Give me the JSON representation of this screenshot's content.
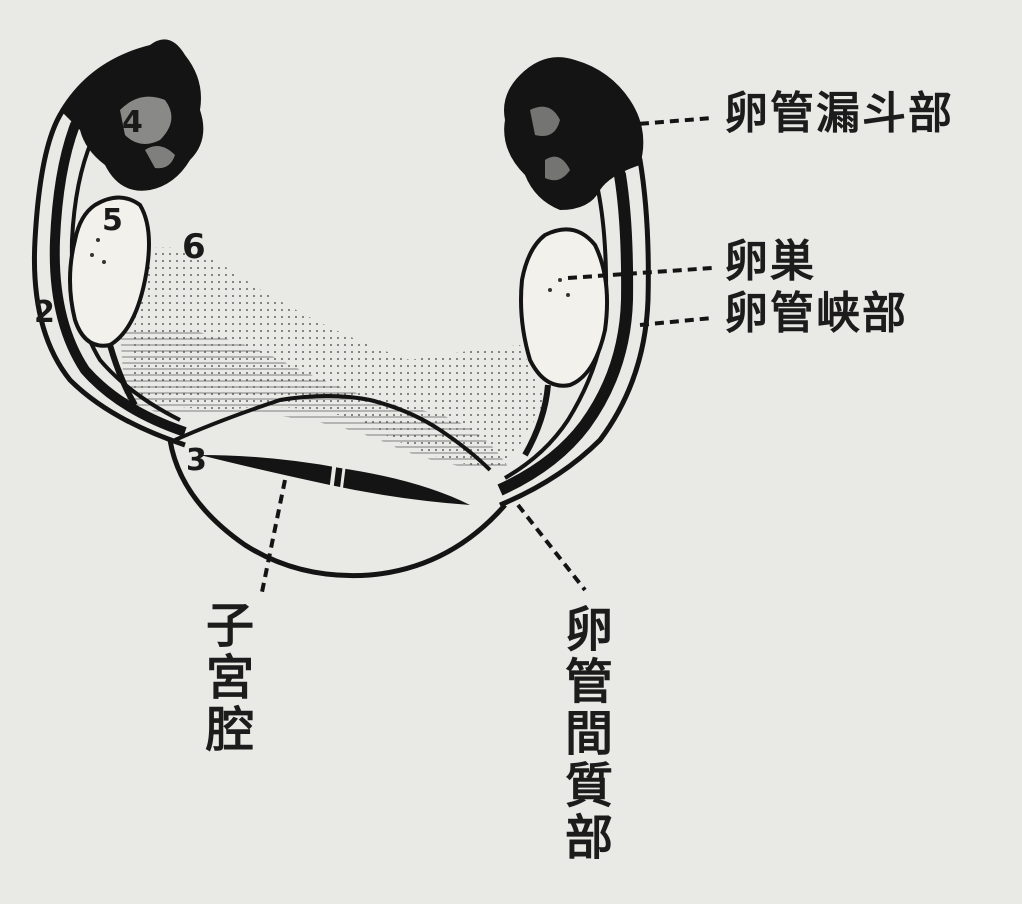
{
  "diagram": {
    "numbers": [
      "2",
      "3",
      "4",
      "5",
      "6"
    ],
    "labels": {
      "infundibulum": "卵管漏斗部",
      "ovary": "卵巣",
      "isthmus": "卵管峡部",
      "uterine_cavity": "子宮腔",
      "interstitial": "卵管間質部"
    },
    "colors": {
      "ink": "#141414",
      "paper": "#e9e9e6",
      "ovary": "#f2f1ec"
    }
  }
}
